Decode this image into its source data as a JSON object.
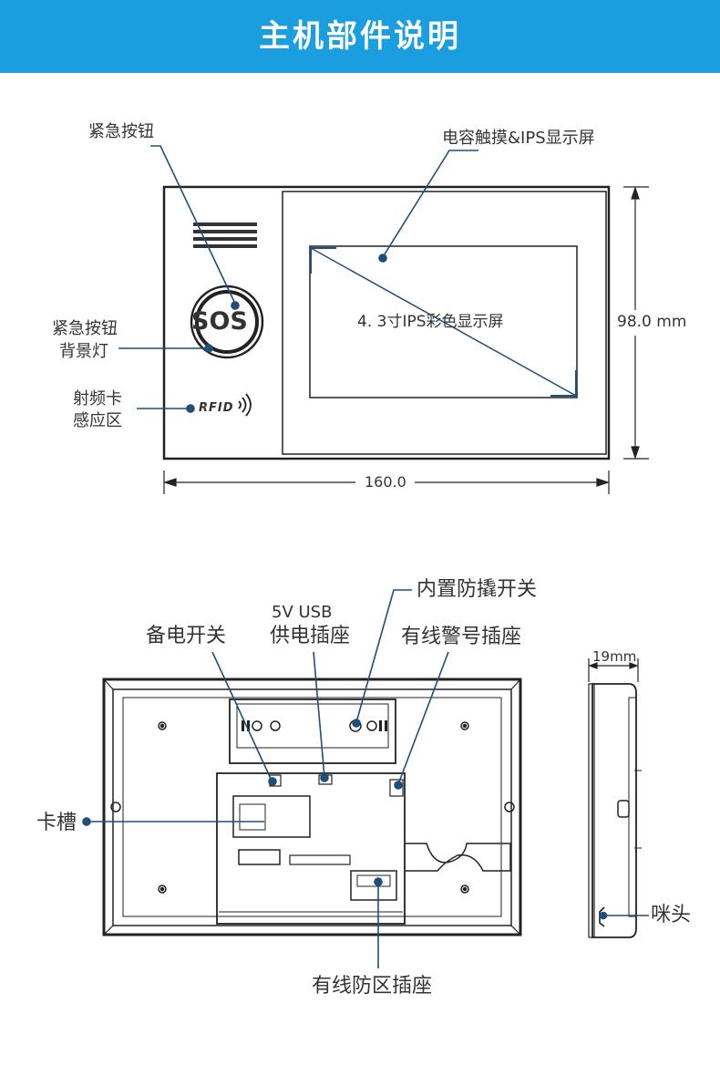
{
  "header": {
    "title": "主机部件说明",
    "color": "#1b9ee0"
  },
  "front_view": {
    "emergency_button": "紧急按钮",
    "touch_screen": "电容触摸&IPS显示屏",
    "backlight_line1": "紧急按钮",
    "backlight_line2": "背景灯",
    "rfid_line1": "射频卡",
    "rfid_line2": "感应区",
    "sos_text": "SOS",
    "rfid_text": "RFID",
    "screen_text": "4. 3寸IPS彩色显示屏",
    "height_dim": "98.0 mm",
    "width_dim": "160.0"
  },
  "back_view": {
    "tamper_switch": "内置防撬开关",
    "usb_line1": "5V USB",
    "usb_line2": "供电插座",
    "backup_switch": "备电开关",
    "siren_socket": "有线警号插座",
    "sim_slot": "卡槽",
    "zone_socket": "有线防区插座"
  },
  "side_view": {
    "depth_dim": "19mm",
    "mic": "咪头"
  },
  "colors": {
    "leader": "#1f4e79",
    "outline": "#222222"
  }
}
